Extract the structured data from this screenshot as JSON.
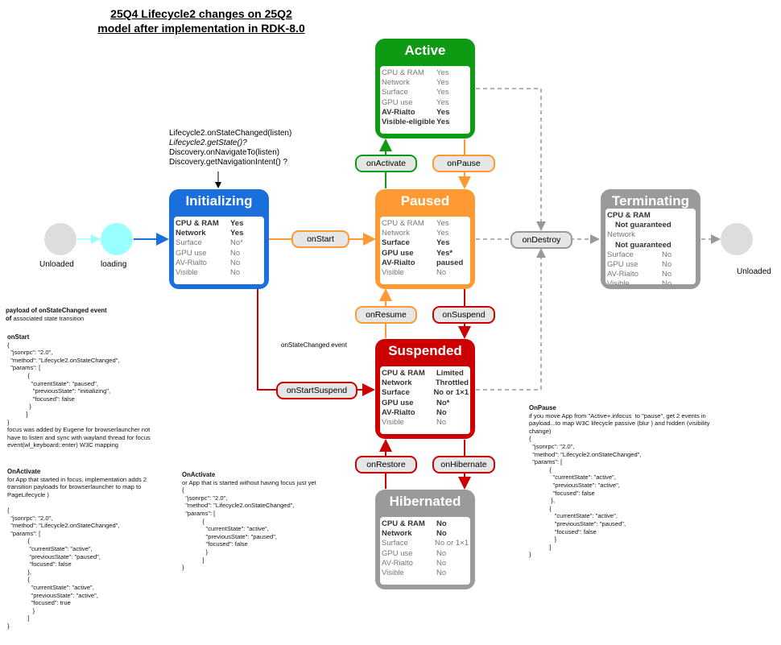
{
  "title": {
    "line1": "25Q4 Lifecycle2 changes on 25Q2",
    "line2": "model after implementation in RDK-8.0"
  },
  "colors": {
    "active": "#0e9a12",
    "paused": "#ff9a33",
    "initializing": "#1a6fdc",
    "suspended": "#cc0000",
    "hibernated": "#9a9a9a",
    "terminating": "#9a9a9a",
    "loading": "#99ffff",
    "unloaded": "#dddddd"
  },
  "nodes": {
    "unloaded_left": "Unloaded",
    "loading": "loading",
    "unloaded_right": "Unloaded"
  },
  "api_note": {
    "line1": "Lifecycle2.onStateChanged(listen)",
    "line2": "Lifecycle2.getState()?",
    "line3": "Discovery.onNavigateTo(listen)",
    "line4": "Discovery.getNavigationIntent() ?"
  },
  "states": {
    "active": {
      "title": "Active",
      "rows": [
        {
          "label": "CPU & RAM",
          "value": "Yes",
          "bold": false
        },
        {
          "label": "Network",
          "value": "Yes",
          "bold": false
        },
        {
          "label": "Surface",
          "value": "Yes",
          "bold": false
        },
        {
          "label": "GPU use",
          "value": "Yes",
          "bold": false
        },
        {
          "label": "AV-Rialto",
          "value": "Yes",
          "bold": true
        },
        {
          "label": "Visible-eligible",
          "value": "Yes",
          "bold": true
        }
      ]
    },
    "initializing": {
      "title": "Initializing",
      "rows": [
        {
          "label": "CPU & RAM",
          "value": "Yes",
          "bold": true
        },
        {
          "label": "Network",
          "value": "Yes",
          "bold": true
        },
        {
          "label": "Surface",
          "value": "No*",
          "bold": false
        },
        {
          "label": "GPU use",
          "value": "No",
          "bold": false
        },
        {
          "label": "AV-Rialto",
          "value": "No",
          "bold": false
        },
        {
          "label": "Visible",
          "value": "No",
          "bold": false
        }
      ]
    },
    "paused": {
      "title": "Paused",
      "rows": [
        {
          "label": "CPU & RAM",
          "value": "Yes",
          "bold": false
        },
        {
          "label": "Network",
          "value": "Yes",
          "bold": false
        },
        {
          "label": "Surface",
          "value": "Yes",
          "bold": true
        },
        {
          "label": "GPU use",
          "value": "Yes*",
          "bold": true
        },
        {
          "label": "AV-Rialto",
          "value": "paused",
          "bold": true
        },
        {
          "label": "Visible",
          "value": "No",
          "bold": false
        }
      ]
    },
    "suspended": {
      "title": "Suspended",
      "rows": [
        {
          "label": "CPU & RAM",
          "value": "Limited",
          "bold": true
        },
        {
          "label": "Network",
          "value": "Throttled",
          "bold": true
        },
        {
          "label": "Surface",
          "value": "No or 1×1",
          "bold": true
        },
        {
          "label": "GPU use",
          "value": "No*",
          "bold": true
        },
        {
          "label": "AV-Rialto",
          "value": "No",
          "bold": true
        },
        {
          "label": "Visible",
          "value": "No",
          "bold": false
        }
      ]
    },
    "hibernated": {
      "title": "Hibernated",
      "rows": [
        {
          "label": "CPU & RAM",
          "value": "No",
          "bold": true
        },
        {
          "label": "Network",
          "value": "No",
          "bold": true
        },
        {
          "label": "Surface",
          "value": "No or 1×1",
          "bold": false
        },
        {
          "label": "GPU use",
          "value": "No",
          "bold": false
        },
        {
          "label": "AV-Rialto",
          "value": "No",
          "bold": false
        },
        {
          "label": "Visible",
          "value": "No",
          "bold": false
        }
      ]
    },
    "terminating": {
      "title": "Terminating",
      "rows": [
        {
          "label": "CPU & RAM",
          "value": "Not guaranteed",
          "bold": true,
          "block": true
        },
        {
          "label": "Network",
          "value": "Not guaranteed",
          "bold": false,
          "block": true
        },
        {
          "label": "Surface",
          "value": "No",
          "bold": false
        },
        {
          "label": "GPU use",
          "value": "No",
          "bold": false
        },
        {
          "label": "AV-Rialto",
          "value": "No",
          "bold": false
        },
        {
          "label": "Visible",
          "value": "No",
          "bold": false
        }
      ]
    }
  },
  "events": {
    "onStart": "onStart",
    "onActivate": "onActivate",
    "onPause": "onPause",
    "onDestroy": "onDestroy",
    "onResume": "onResume",
    "onSuspend": "onSuspend",
    "onStartSuspend": "onStartSuspend",
    "onRestore": "onRestore",
    "onHibernate": "onHibernate"
  },
  "onStateChanged_label": "onStateChanged event",
  "notes": {
    "payload_heading": "payload of onStateChanged event",
    "payload_sub_bold": "of",
    "payload_sub": " associated state transition",
    "onstart_heading": "onStart",
    "onstart_body": "{\n  \"jsonrpc\": \"2.0\",\n  \"method\": \"Lifecycle2.onStateChanged\",\n  \"params\": [\n            {\n              \"currentState\": \"paused\",\n               \"previousState\": \"initializing\",\n               \"focused\": false\n             }\n           ]\n}\nfocus was added by Eugene for browserlauncher not\nhave to listen and sync with wayland thread for focus\nevent(wl_keyboard::enter) W3C mapping",
    "onactivate1_heading": "OnActivate",
    "onactivate1_body": "for App that started in focus, implementation adds 2\ntransition payloads for browserlauncher to map to\nPageLifecycle )\n\n{\n  \"jsonrpc\": \"2.0\",\n  \"method\": \"Lifecycle2.onStateChanged\",\n  \"params\": [\n            {\n             \"currentState\": \"active\",\n             \"previousState\": \"paused\",\n             \"focused\": false\n            },\n            {\n              \"currentState\": \"active\",\n              \"previousState\": \"active\",\n              \"focused\": true\n               }\n            ]\n}",
    "onactivate2_heading": "OnActivate",
    "onactivate2_body": "or App that is started without having focus just yet\n{\n  \"jsonrpc\": \"2.0\",\n  \"method\": \"Lifecycle2.onStateChanged\",\n  \"params\": [\n            {\n              \"currentState\": \"active\",\n              \"previousState\": \"paused\",\n              \"focused\": false\n              }\n            ]\n}",
    "onpause_heading": "OnPause",
    "onpause_body": "if you move App from \"Active+.infocus  to \"pause\", get 2 events in\npayload...to map W3C lifecycle passive (blur ) and hidden (visibility\nchange)\n{\n  \"jsonrpc\": \"2.0\",\n  \"method\": \"Lifecycle2.onStateChanged\",\n  \"params\": [\n            {\n              \"currentState\": \"active\",\n              \"previousState\": \"active\",\n              \"focused\": false\n             },\n            {\n               \"currentState\": \"active\",\n               \"previousState\": \"paused\",\n               \"focused\": false\n               }\n            ]\n}"
  }
}
